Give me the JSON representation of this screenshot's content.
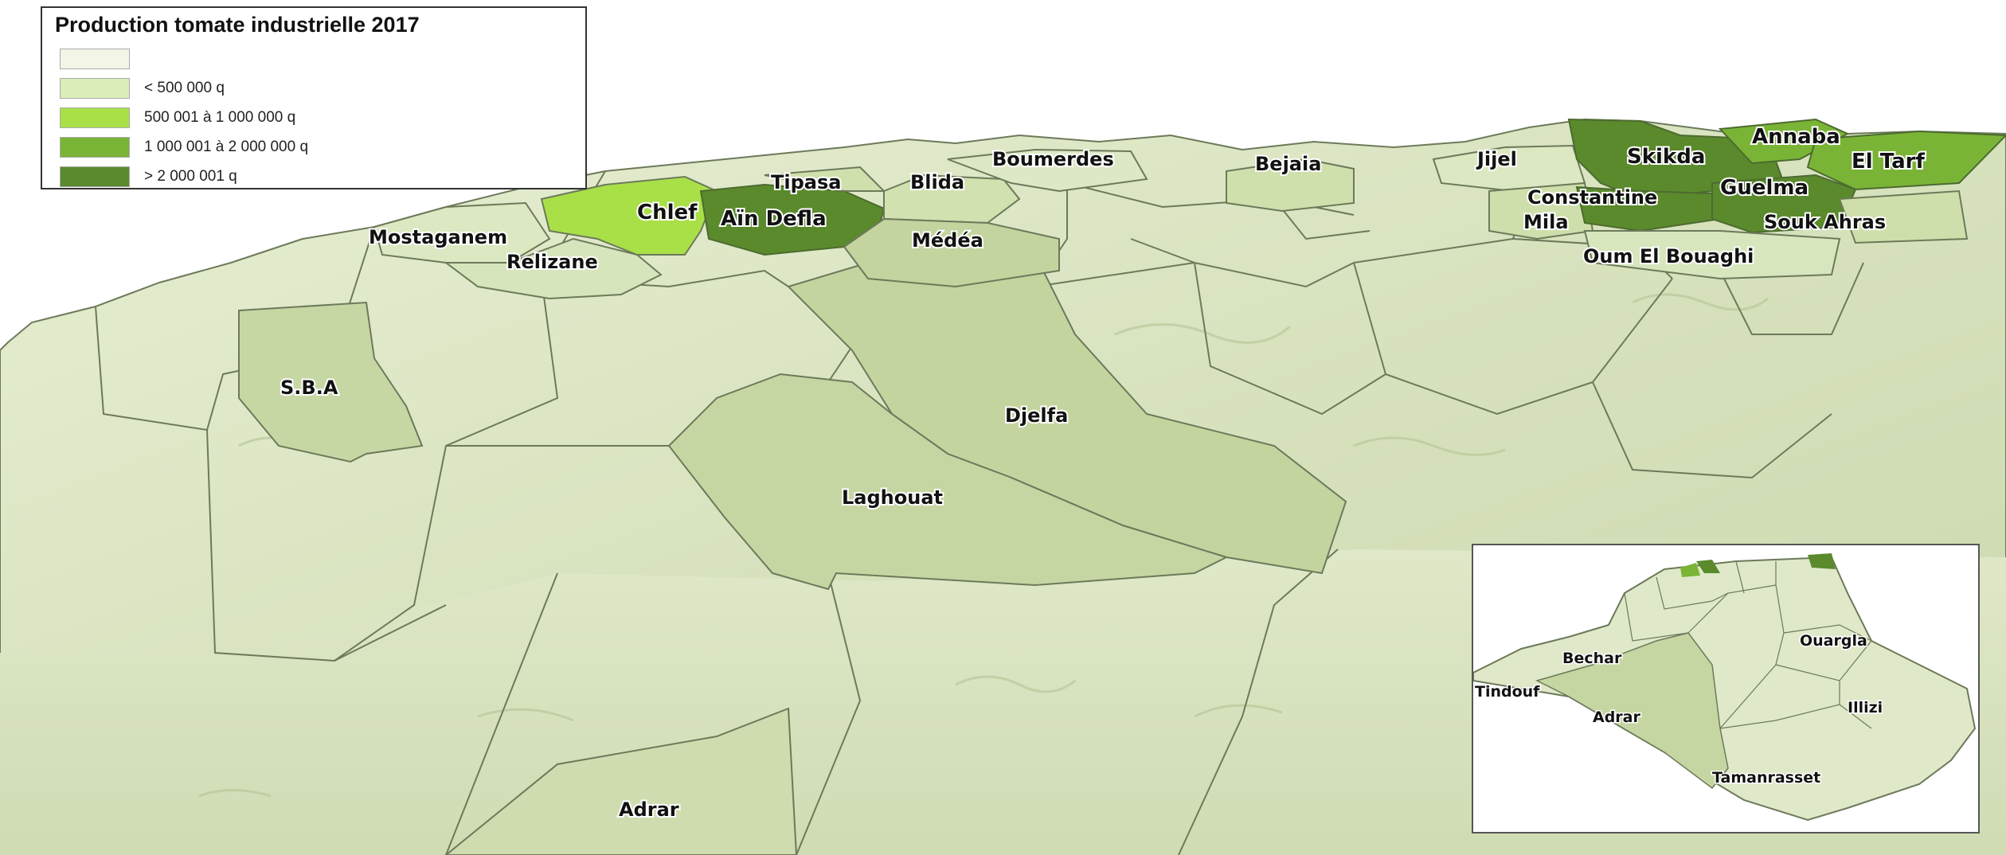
{
  "legend": {
    "title": "Production tomate industrielle 2017",
    "classes": [
      {
        "label": "",
        "color": "#f3f6e6"
      },
      {
        "label": "< 500 000 q",
        "color": "#dbeeb9"
      },
      {
        "label": "500 001 à 1 000 000 q",
        "color": "#a9e048"
      },
      {
        "label": "1 000 001 à 2 000 000 q",
        "color": "#7ab436"
      },
      {
        "label": "> 2 000 001 q",
        "color": "#5a8a2c"
      }
    ]
  },
  "regions": {
    "chlef": "Chlef",
    "ain_defla": "Aïn Defla",
    "tipasa": "Tipasa",
    "blida": "Blida",
    "boumerdes": "Boumerdes",
    "bejaia": "Bejaia",
    "jijel": "Jijel",
    "skikda": "Skikda",
    "annaba": "Annaba",
    "el_tarf": "El Tarf",
    "constantine": "Constantine",
    "guelma": "Guelma",
    "mila": "Mila",
    "souk_ahras": "Souk Ahras",
    "oum_el_bouaghi": "Oum El Bouaghi",
    "mostaganem": "Mostaganem",
    "relizane": "Relizane",
    "medea": "Médéa",
    "sba": "S.B.A",
    "djelfa": "Djelfa",
    "laghouat": "Laghouat",
    "adrar": "Adrar"
  },
  "inset": {
    "bechar": "Bechar",
    "ouargla": "Ouargla",
    "tindouf": "Tindouf",
    "adrar": "Adrar",
    "illizi": "Illizi",
    "tamanrasset": "Tamanrasset"
  }
}
